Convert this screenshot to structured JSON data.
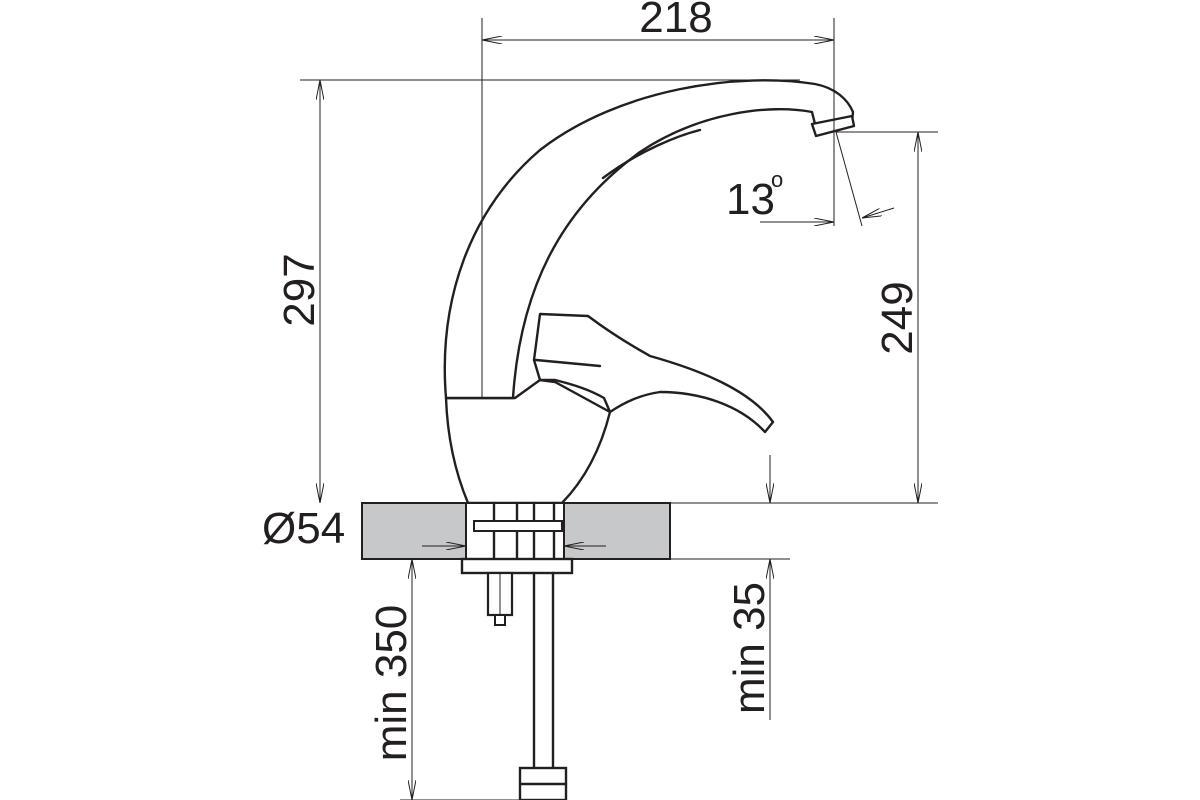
{
  "dimensions": {
    "spout_reach": "218",
    "total_height": "297",
    "spout_height": "249",
    "spout_angle": "13",
    "angle_unit": "o",
    "mount_diameter": "Ø54",
    "countertop_thickness": "min 35",
    "hose_length": "min 350"
  },
  "colors": {
    "line": "#231f20",
    "countertop": "#c7c8ca",
    "background": "#ffffff"
  }
}
